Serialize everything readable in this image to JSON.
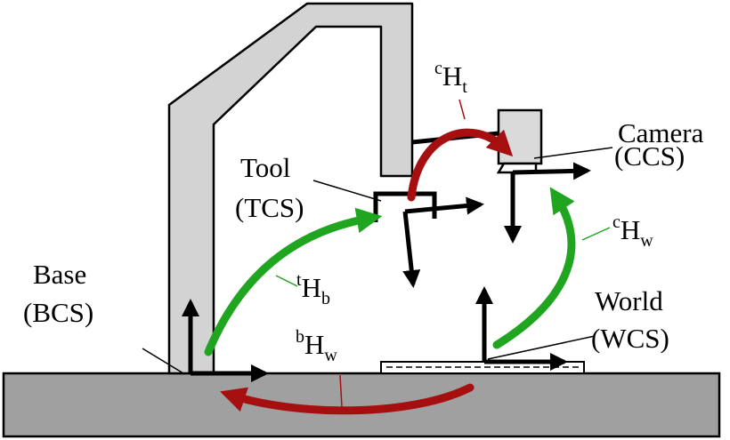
{
  "labels": {
    "camera": {
      "name": "Camera",
      "frame": "(CCS)"
    },
    "tool": {
      "name": "Tool",
      "frame": "(TCS)"
    },
    "base": {
      "name": "Base",
      "frame": "(BCS)"
    },
    "world": {
      "name": "World",
      "frame": "(WCS)"
    }
  },
  "transforms": {
    "c_H_t": {
      "sup": "c",
      "main": "H",
      "sub": "t",
      "color": "#a50f0f"
    },
    "c_H_w": {
      "sup": "c",
      "main": "H",
      "sub": "w",
      "color": "#1fa51f"
    },
    "t_H_b": {
      "sup": "t",
      "main": "H",
      "sub": "b",
      "color": "#1fa51f"
    },
    "b_H_w": {
      "sup": "b",
      "main": "H",
      "sub": "w",
      "color": "#a50f0f"
    }
  },
  "colors": {
    "robot_arm": "#d3d3d3",
    "table": "#a0a0a0",
    "camera_body": "#dadada",
    "frame_axes": "#000000"
  }
}
